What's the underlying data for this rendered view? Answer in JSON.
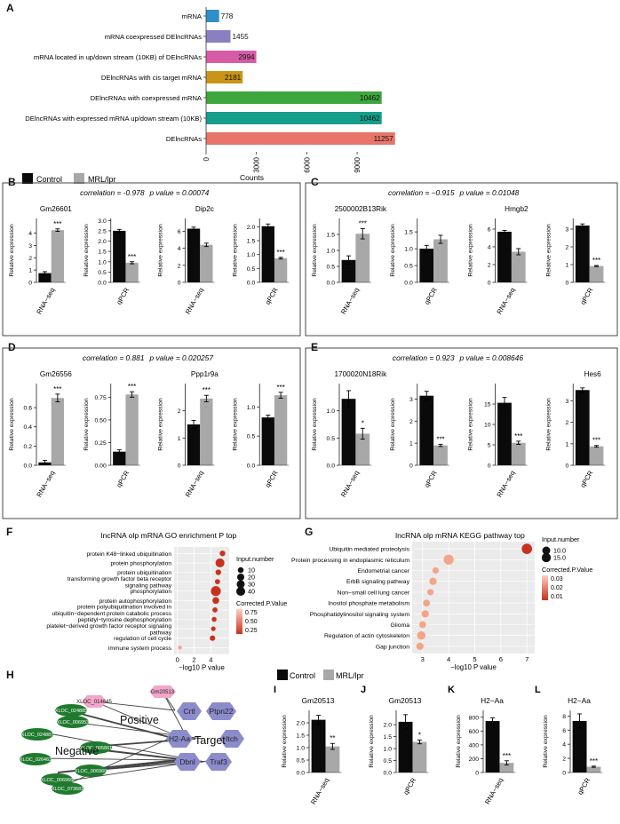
{
  "figure": {
    "panel_letters": [
      "A",
      "B",
      "C",
      "D",
      "E",
      "F",
      "G",
      "H",
      "I",
      "J",
      "K",
      "L"
    ],
    "legend_control": "Control",
    "legend_case": "MRL/lpr",
    "colors": {
      "control": "#0a0a0a",
      "case": "#a8a8a8",
      "box": "#333333"
    }
  },
  "panel_a": {
    "xlabel": "Counts",
    "xticks": [
      0,
      3000,
      6000,
      9000
    ],
    "xlim": [
      0,
      11800
    ],
    "categories": [
      "mRNA",
      "mRNA coexpressed  DElncRNAs",
      "mRNA located in up/down stream (10KB) of DElncRNAs",
      "DElncRNAs with cis target mRNA",
      "DElncRNAs with coexpressed mRNA",
      "DElncRNAs with expressed mRNA up/down stream (10KB)",
      "DElncRNAs"
    ],
    "values": [
      778,
      1455,
      2994,
      2181,
      10462,
      10462,
      11257
    ],
    "bar_colors": [
      "#2e8fc9",
      "#8a7fbf",
      "#d65ca7",
      "#c99516",
      "#3da63d",
      "#159e8a",
      "#e8756a"
    ]
  },
  "panels": {
    "B": {
      "correlation": "correlation = -0.978",
      "pvalue": "p value = 0.00074",
      "charts": [
        {
          "gene": "Gm26601",
          "method": "RNA−seq",
          "ylabel": "Relative expression",
          "yticks": [
            "0",
            "1",
            "2",
            "3",
            "4"
          ],
          "ymax": 5.2,
          "values": [
            0.75,
            4.25
          ],
          "errors": [
            0.12,
            0.1
          ],
          "sig": "***"
        },
        {
          "gene": "",
          "method": "qPCR",
          "ylabel": "Relative expression",
          "yticks": [
            "0.0",
            "0.5",
            "1.0",
            "1.5",
            "2.0",
            "2.5",
            "3.0"
          ],
          "ymax": 3.1,
          "values": [
            2.5,
            0.95
          ],
          "errors": [
            0.07,
            0.05
          ],
          "sig": "***"
        },
        {
          "gene": "Dip2c",
          "method": "RNA−seq",
          "ylabel": "Relative expression",
          "yticks": [
            "0",
            "2",
            "4",
            "6"
          ],
          "ymax": 7.5,
          "values": [
            6.3,
            4.4
          ],
          "errors": [
            0.18,
            0.2
          ],
          "sig": ""
        },
        {
          "gene": "",
          "method": "qPCR",
          "ylabel": "Relative expression",
          "yticks": [
            "0.0",
            "0.5",
            "1.0",
            "1.5",
            "2.0"
          ],
          "ymax": 2.3,
          "values": [
            2.02,
            0.87
          ],
          "errors": [
            0.08,
            0.03
          ],
          "sig": "***"
        }
      ]
    },
    "C": {
      "correlation": "correlation = −0.915",
      "pvalue": "p value = 0.01048",
      "charts": [
        {
          "gene": "2500002B13Rik",
          "method": "RNA−seq",
          "ylabel": "Relative expression",
          "yticks": [
            "0.0",
            "0.5",
            "1.0",
            "1.5"
          ],
          "ymax": 2.0,
          "values": [
            0.7,
            1.52
          ],
          "errors": [
            0.13,
            0.16
          ],
          "sig": "***"
        },
        {
          "gene": "",
          "method": "qPCR",
          "ylabel": "Relative expression",
          "yticks": [
            "0.0",
            "0.5",
            "1.0",
            "1.5"
          ],
          "ymax": 1.9,
          "values": [
            1.0,
            1.28
          ],
          "errors": [
            0.1,
            0.12
          ],
          "sig": ""
        },
        {
          "gene": "Hmgb2",
          "method": "RNA−seq",
          "ylabel": "Relative expression",
          "yticks": [
            "0",
            "2",
            "4",
            "6"
          ],
          "ymax": 7.2,
          "values": [
            5.7,
            3.45
          ],
          "errors": [
            0.15,
            0.35
          ],
          "sig": ""
        },
        {
          "gene": "",
          "method": "qPCR",
          "ylabel": "Relative expression",
          "yticks": [
            "0",
            "1",
            "2",
            "3"
          ],
          "ymax": 3.6,
          "values": [
            3.2,
            0.92
          ],
          "errors": [
            0.09,
            0.03
          ],
          "sig": "***"
        }
      ]
    },
    "D": {
      "correlation": "correlation = 0.881",
      "pvalue": "p value = 0.020257",
      "charts": [
        {
          "gene": "Gm26556",
          "method": "RNA−seq",
          "ylabel": "Relative expression",
          "yticks": [
            "0.0",
            "0.2",
            "0.4",
            "0.6"
          ],
          "ymax": 0.85,
          "values": [
            0.03,
            0.7
          ],
          "errors": [
            0.02,
            0.04
          ],
          "sig": "***"
        },
        {
          "gene": "",
          "method": "qPCR",
          "ylabel": "Relative expression",
          "yticks": [
            "0.00",
            "0.25",
            "0.50",
            "0.75"
          ],
          "ymax": 0.9,
          "values": [
            0.15,
            0.78
          ],
          "errors": [
            0.02,
            0.03
          ],
          "sig": "***"
        },
        {
          "gene": "Ppp1r9a",
          "method": "RNA−seq",
          "ylabel": "Relative expression",
          "yticks": [
            "0",
            "1",
            "2"
          ],
          "ymax": 3.0,
          "values": [
            1.5,
            2.45
          ],
          "errors": [
            0.15,
            0.12
          ],
          "sig": "***"
        },
        {
          "gene": "",
          "method": "qPCR",
          "ylabel": "Relative expression",
          "yticks": [
            "0.0",
            "0.5",
            "1.0"
          ],
          "ymax": 1.4,
          "values": [
            0.82,
            1.2
          ],
          "errors": [
            0.04,
            0.05
          ],
          "sig": "***"
        }
      ]
    },
    "E": {
      "correlation": "correlation = 0.923",
      "pvalue": "p value = 0.008646",
      "charts": [
        {
          "gene": "1700020N18Rik",
          "method": "RNA−seq",
          "ylabel": "Relative expression",
          "yticks": [
            "0.0",
            "0.5",
            "1.0"
          ],
          "ymax": 1.5,
          "values": [
            1.22,
            0.58
          ],
          "errors": [
            0.15,
            0.1
          ],
          "sig": "*"
        },
        {
          "gene": "",
          "method": "qPCR",
          "ylabel": "Relative expression",
          "yticks": [
            "0",
            "1",
            "2",
            "3"
          ],
          "ymax": 3.7,
          "values": [
            3.15,
            0.9
          ],
          "errors": [
            0.2,
            0.05
          ],
          "sig": "***"
        },
        {
          "gene": "",
          "method": "RNA−seq",
          "ylabel": "Relative expression",
          "yticks": [
            "0",
            "5",
            "10",
            "15"
          ],
          "ymax": 20,
          "values": [
            15.3,
            5.5
          ],
          "errors": [
            1.3,
            0.4
          ],
          "sig": "***"
        },
        {
          "gene": "Hes6",
          "method": "qPCR",
          "ylabel": "Relative expression",
          "yticks": [
            "0",
            "1",
            "2",
            "3"
          ],
          "ymax": 3.8,
          "values": [
            3.5,
            0.88
          ],
          "errors": [
            0.1,
            0.04
          ],
          "sig": "***"
        }
      ]
    }
  },
  "panel_f": {
    "title": "lncRNA olp mRNA GO enrichment P top",
    "xlabel": "−log10 P value",
    "xticks": [
      "0",
      "2",
      "4"
    ],
    "xlim": [
      -0.4,
      6.2
    ],
    "terms": [
      "protein K48−linked ubiquitination",
      "protein phosphorylation",
      "protein ubiquitination",
      "transforming growth factor beta receptor\nsignaling pathway",
      "phosphorylation",
      "protein autophosphorylation",
      "protein polyubiquitination involved in\nubiquitin−dependent protein catabolic process",
      "peptidyl−tyrosine dephosphorylation",
      "platelet−derived growth factor receptor signaling\npathway",
      "regulation of cell cycle",
      "immune system process"
    ],
    "x_values": [
      5.4,
      5.1,
      4.9,
      4.8,
      4.6,
      4.6,
      4.5,
      4.4,
      4.3,
      4.2,
      0.3
    ],
    "counts": [
      8,
      30,
      8,
      6,
      40,
      14,
      6,
      5,
      4,
      7,
      2
    ],
    "size_legend_title": "Input.number",
    "size_legend_values": [
      "10",
      "20",
      "30",
      "40"
    ],
    "color_legend_title": "Corrected.P.Value",
    "color_legend_values": [
      "0.75",
      "0.50",
      "0.25"
    ]
  },
  "panel_g": {
    "title": "lncRNA olp mRNA KEGG pathway top",
    "xlabel": "−log10 P value",
    "xticks": [
      "3",
      "4",
      "5",
      "6",
      "7"
    ],
    "xlim": [
      2.6,
      7.3
    ],
    "terms": [
      "Ubiquitin mediated proteolysis",
      "Protein processing in endoplasmic reticulum",
      "Endometrial cancer",
      "ErbB signaling pathway",
      "Non−small cell lung cancer",
      "Inositol phosphate metabolism",
      "Phosphatidylinositol signaling system",
      "Glioma",
      "Regulation of actin cytoskeleton",
      "Gap junction"
    ],
    "x_values": [
      7.0,
      4.0,
      3.5,
      3.4,
      3.3,
      3.15,
      3.1,
      3.0,
      2.95,
      2.9
    ],
    "counts": [
      15,
      14,
      4,
      6,
      4,
      5,
      6,
      5,
      9,
      6
    ],
    "size_legend_title": "Input.number",
    "size_legend_values": [
      "10.0",
      "15.0"
    ],
    "color_legend_title": "Corrected.P.Value",
    "color_legend_values": [
      "0.03",
      "0.02",
      "0.01"
    ]
  },
  "panel_h": {
    "labels": {
      "positive": "Positive",
      "negative": "Negative",
      "target": "Target"
    },
    "pink_nodes": [
      "Gm20513",
      "XLOC_014645"
    ],
    "green_nodes": [
      "XLOC_024885",
      "XLOC_006953",
      "XLOC_024887",
      "XLOC_005861",
      "XLOC_026463",
      "XLOC_006960",
      "XLOC_006966",
      "XLOC_073681"
    ],
    "target_nodes": [
      "Crtl",
      "Ptpn22",
      "H2-Aa",
      "Itch",
      "Dbnl",
      "Traf3"
    ]
  },
  "panels_ijkl": {
    "charts": [
      {
        "letter": "I",
        "gene": "Gm20513",
        "method": "RNA−seq",
        "ylabel": "Relative expression",
        "yticks": [
          "0.0",
          "0.5",
          "1.0",
          "1.5",
          "2.0"
        ],
        "ymax": 2.5,
        "values": [
          2.12,
          1.05
        ],
        "errors": [
          0.18,
          0.12
        ],
        "sig": "**"
      },
      {
        "letter": "J",
        "gene": "Gm20513",
        "method": "qPCR",
        "ylabel": "Relative expression",
        "yticks": [
          "0.0",
          "0.5",
          "1.0",
          "1.5",
          "2.0"
        ],
        "ymax": 2.6,
        "values": [
          2.12,
          1.28
        ],
        "errors": [
          0.3,
          0.08
        ],
        "sig": "*"
      },
      {
        "letter": "K",
        "gene": "H2−Aa",
        "method": "RNA−seq",
        "ylabel": "Relative expression",
        "yticks": [
          "0",
          "200",
          "400",
          "600",
          "800"
        ],
        "ymax": 900,
        "values": [
          745,
          140
        ],
        "errors": [
          45,
          30
        ],
        "sig": "***"
      },
      {
        "letter": "L",
        "gene": "H2−Aa",
        "method": "qPCR",
        "ylabel": "Relative expression",
        "yticks": [
          "0",
          "2",
          "4",
          "6",
          "8"
        ],
        "ymax": 8.8,
        "values": [
          7.3,
          0.82
        ],
        "errors": [
          1.0,
          0.08
        ],
        "sig": "***"
      }
    ]
  }
}
